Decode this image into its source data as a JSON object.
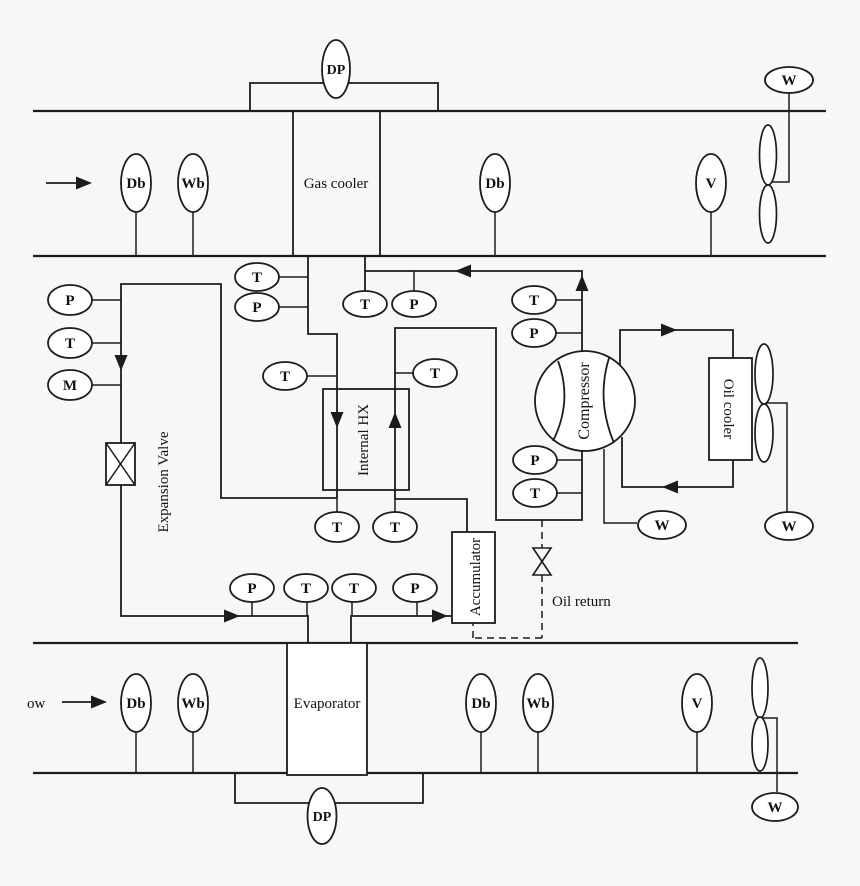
{
  "colors": {
    "background": "#f7f7f7",
    "line": "#1c1c1c",
    "shape_fill": "#ffffff"
  },
  "equipment": {
    "gas_cooler": "Gas cooler",
    "evaporator": "Evaporator",
    "internal_hx": "Internal HX",
    "expansion_valve": "Expansion Valve",
    "compressor": "Compressor",
    "oil_cooler": "Oil cooler",
    "accumulator": "Accumulator"
  },
  "annotations": {
    "oil_return": "Oil return",
    "air_flow_clipped": "ow"
  },
  "sensors": {
    "top_duct": {
      "dp": "DP",
      "db_inlet": "Db",
      "wb_inlet": "Wb",
      "db_outlet": "Db",
      "velocity": "V",
      "fan_power": "W"
    },
    "bottom_duct": {
      "dp": "DP",
      "db_inlet": "Db",
      "wb_inlet": "Wb",
      "db_outlet": "Db",
      "wb_outlet": "Wb",
      "velocity": "V",
      "fan_power": "W"
    },
    "refrigerant": {
      "gc_out_t": "T",
      "gc_out_p": "P",
      "gc_in_t": "T",
      "gc_in_p": "P",
      "hx_hp_in_t": "T",
      "hx_lp_out_t": "T",
      "hx_hp_out_t": "T",
      "hx_lp_in_t": "T",
      "exp_p": "P",
      "exp_t": "T",
      "exp_m": "M",
      "evap_in_p": "P",
      "evap_in_t": "T",
      "evap_out_t": "T",
      "evap_out_p": "P",
      "disch_t": "T",
      "disch_p": "P",
      "suct_p": "P",
      "suct_t": "T"
    },
    "power": {
      "compressor_w": "W",
      "oil_fan_w": "W"
    }
  }
}
